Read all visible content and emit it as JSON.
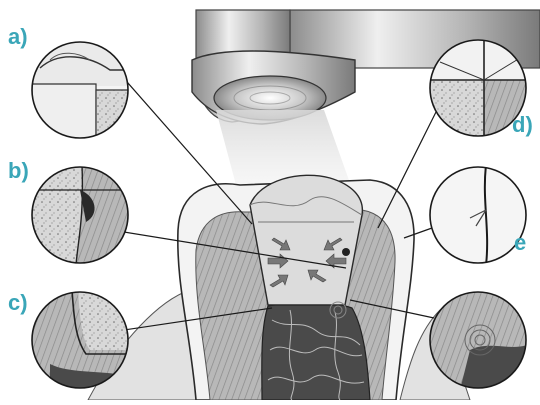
{
  "labels": {
    "a": "a)",
    "b": "b)",
    "c": "c)",
    "d": "d)",
    "e": "e"
  },
  "colors": {
    "label": "#3aa6b8",
    "line": "#1a1a1a",
    "enamel": "#f2f2f2",
    "dentin": "#c9c9c9",
    "pulp": "#555555",
    "composite": "#cfcfcf",
    "light": "#e6e6e6"
  },
  "icons": {
    "curing_lamp": "curing-light-lamp-icon",
    "arrow": "shrinkage-arrow-icon"
  }
}
